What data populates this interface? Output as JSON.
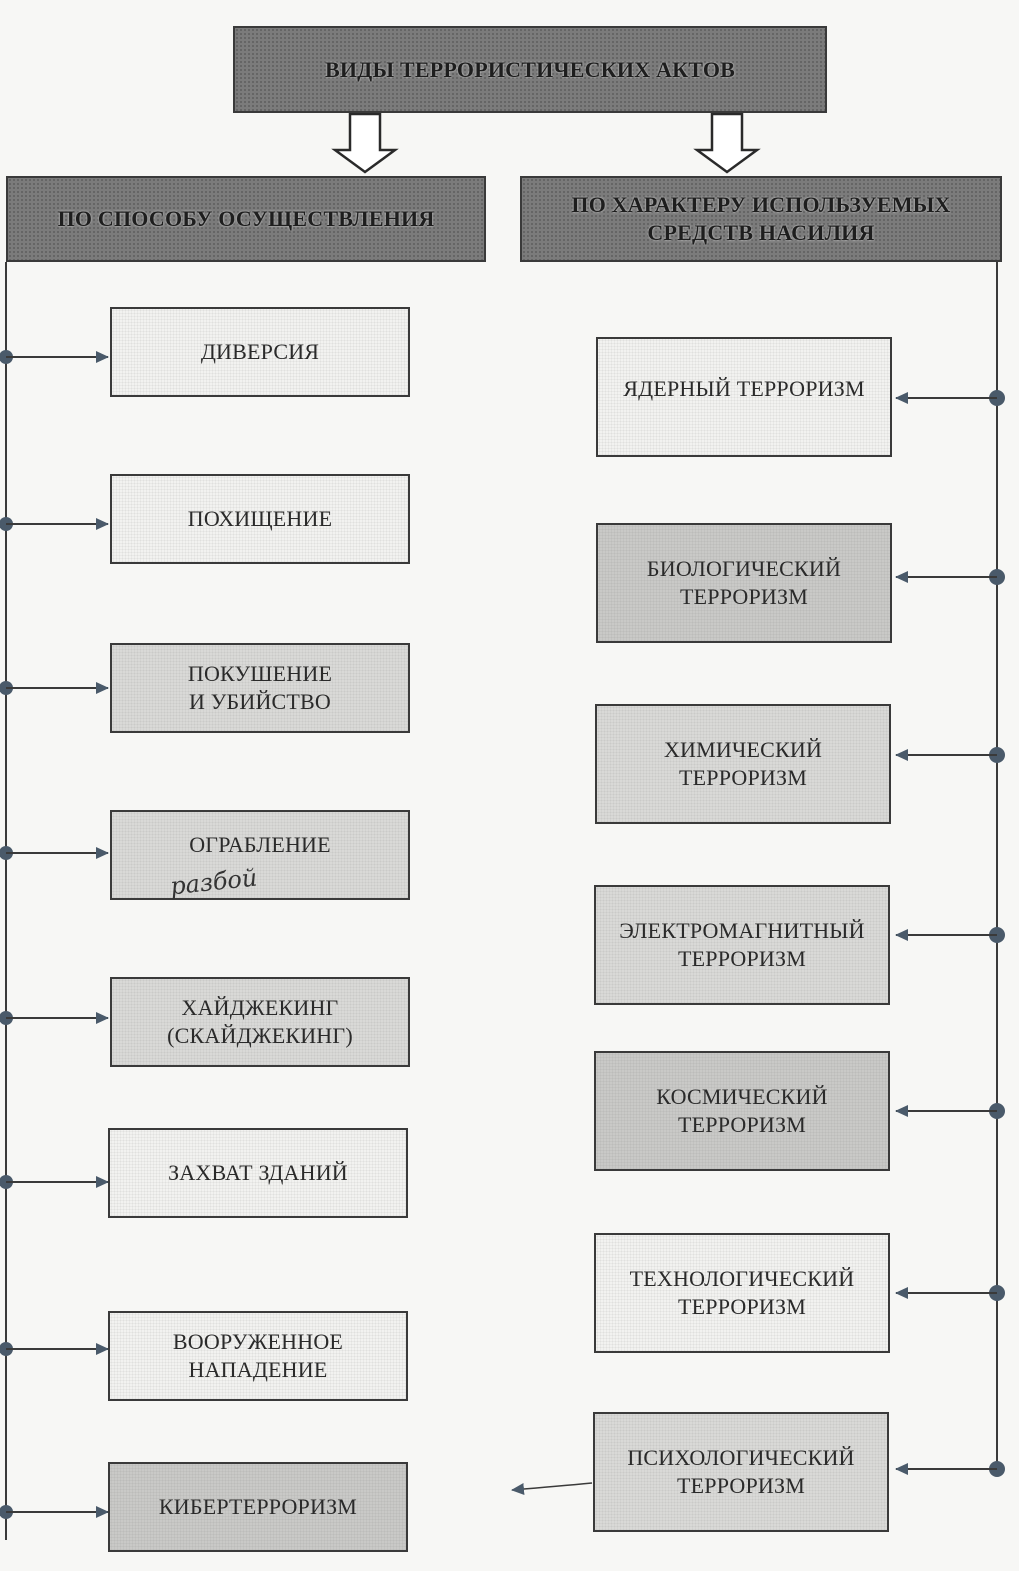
{
  "title": "ВИДЫ ТЕРРОРИСТИЧЕСКИХ АКТОВ",
  "left_header": "ПО СПОСОБУ ОСУЩЕСТВЛЕНИЯ",
  "right_header": "ПО ХАРАКТЕРУ ИСПОЛЬЗУЕМЫХ\nСРЕДСТВ НАСИЛИЯ",
  "left_items": [
    "ДИВЕРСИЯ",
    "ПОХИЩЕНИЕ",
    "ПОКУШЕНИЕ\nИ УБИЙСТВО",
    "ОГРАБЛЕНИЕ",
    "ХАЙДЖЕКИНГ\n(СКАЙДЖЕКИНГ)",
    "ЗАХВАТ ЗДАНИЙ",
    "ВООРУЖЕННОЕ\nНАПАДЕНИЕ",
    "КИБЕРТЕРРОРИЗМ"
  ],
  "right_items": [
    "ЯДЕРНЫЙ ТЕРРОРИЗМ",
    "БИОЛОГИЧЕСКИЙ\nТЕРРОРИЗМ",
    "ХИМИЧЕСКИЙ\nТЕРРОРИЗМ",
    "ЭЛЕКТРОМАГНИТНЫЙ\nТЕРРОРИЗМ",
    "КОСМИЧЕСКИЙ\nТЕРРОРИЗМ",
    "ТЕХНОЛОГИЧЕСКИЙ\nТЕРРОРИЗМ",
    "ПСИХОЛОГИЧЕСКИЙ\nТЕРРОРИЗМ"
  ],
  "handwritten_note": "разбой",
  "colors": {
    "header_fill": "#7b7b7b",
    "line": "#3a3a3a",
    "arrow": "#4a5a6a"
  }
}
